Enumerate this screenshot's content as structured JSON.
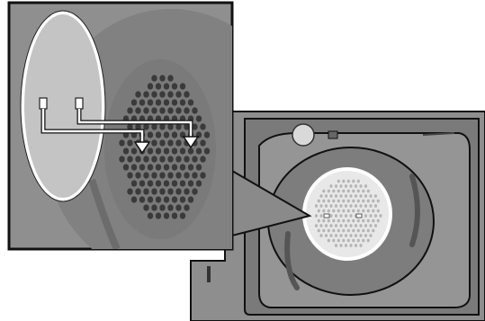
{
  "figure": {
    "subject": "dryer-drum-lint-filter-detail",
    "colors": {
      "background": "#ffffff",
      "outline": "#111111",
      "panel_gray": "#8f8f8f",
      "panel_dark": "#6f6f6f",
      "filter_light": "#c9c9c9",
      "filter_outline": "#ffffff",
      "holes": "#3a3a3a",
      "arrow": "#ffffff"
    },
    "parts": {
      "inset_panel": "zoom-inset",
      "filter_screen_oval": "filter-screen",
      "grille": "exhaust-grille",
      "arrows": "insert-direction-arrows",
      "appliance": "dryer-front-open-door"
    }
  }
}
